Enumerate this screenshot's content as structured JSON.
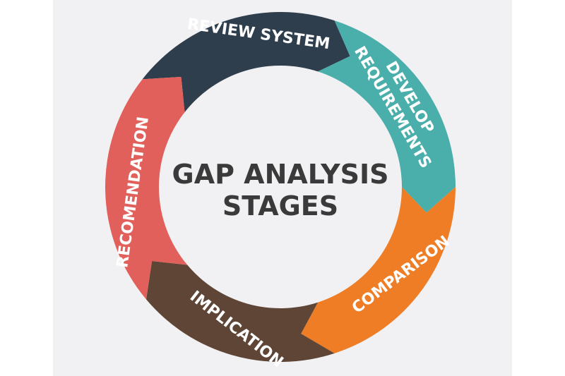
{
  "diagram": {
    "center": {
      "line1": "GAP ANALYSIS",
      "line2": "STAGES"
    },
    "segments": [
      {
        "id": "review",
        "label": "REVIEW SYSTEM",
        "color": "#2f3e4d"
      },
      {
        "id": "develop",
        "line1": "DEVELOP",
        "line2": "REQUIREMENTS",
        "color": "#4aaeab"
      },
      {
        "id": "comparison",
        "label": "COMPARISON",
        "color": "#ee7d26"
      },
      {
        "id": "implication",
        "label": "IMPLICATION",
        "color": "#5e4535"
      },
      {
        "id": "recomendation",
        "label": "RECOMENDATION",
        "color": "#e2605b"
      }
    ]
  }
}
